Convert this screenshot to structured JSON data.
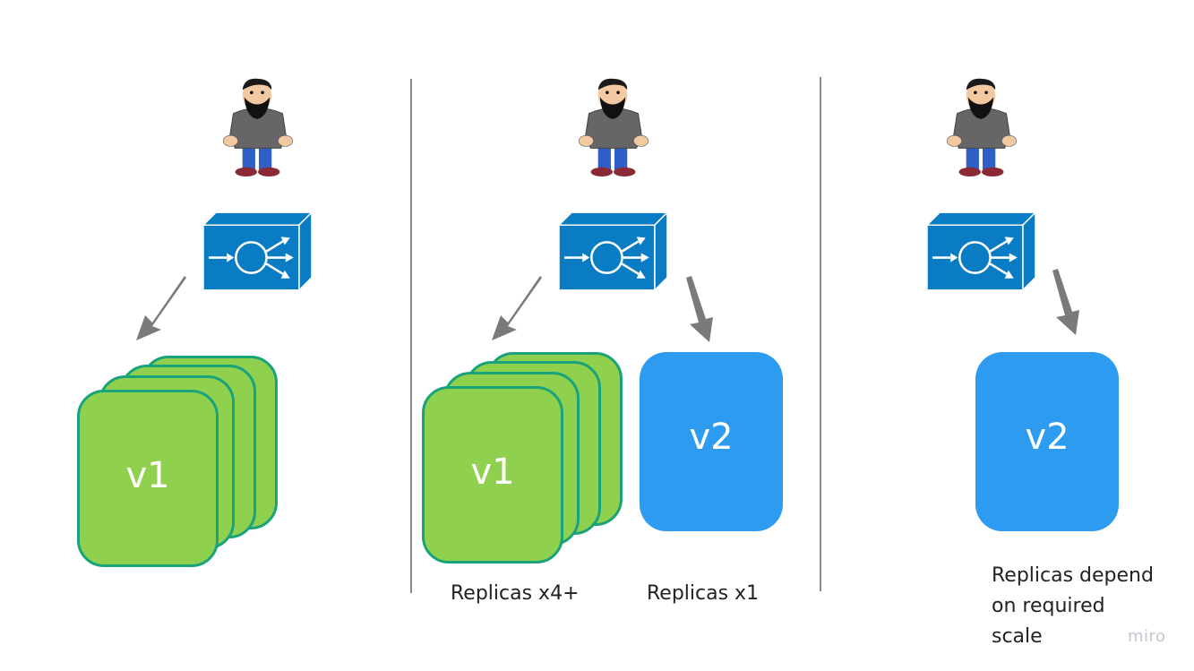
{
  "diagram": {
    "title": "Kubernetes deployment replica transition",
    "colors": {
      "v1_fill": "#8fd14f",
      "v1_border": "#1aa37a",
      "v2_fill": "#2d9bf0",
      "load_balancer": "#0a7cc4",
      "arrow": "#7a7a7a",
      "divider": "#8a8a8a",
      "label_text": "#222222"
    },
    "panels": [
      {
        "name": "before",
        "icons": [
          "user-avatar",
          "load-balancer-icon"
        ],
        "pods": [
          {
            "version": "v1",
            "stacked": true,
            "replicas_shown": 4
          }
        ],
        "labels": []
      },
      {
        "name": "during",
        "icons": [
          "user-avatar",
          "load-balancer-icon"
        ],
        "pods": [
          {
            "version": "v1",
            "stacked": true,
            "replicas_shown": 4
          },
          {
            "version": "v2",
            "stacked": false,
            "replicas_shown": 1
          }
        ],
        "labels": [
          "Replicas x4+",
          "Replicas x1"
        ]
      },
      {
        "name": "after",
        "icons": [
          "user-avatar",
          "load-balancer-icon"
        ],
        "pods": [
          {
            "version": "v2",
            "stacked": false,
            "replicas_shown": 1
          }
        ],
        "labels": [
          "Replicas depend\non required\nscale"
        ]
      }
    ],
    "label_lines": {
      "p3_line1": "Replicas depend",
      "p3_line2": "on required",
      "p3_line3": "scale"
    },
    "watermark": "miro"
  }
}
